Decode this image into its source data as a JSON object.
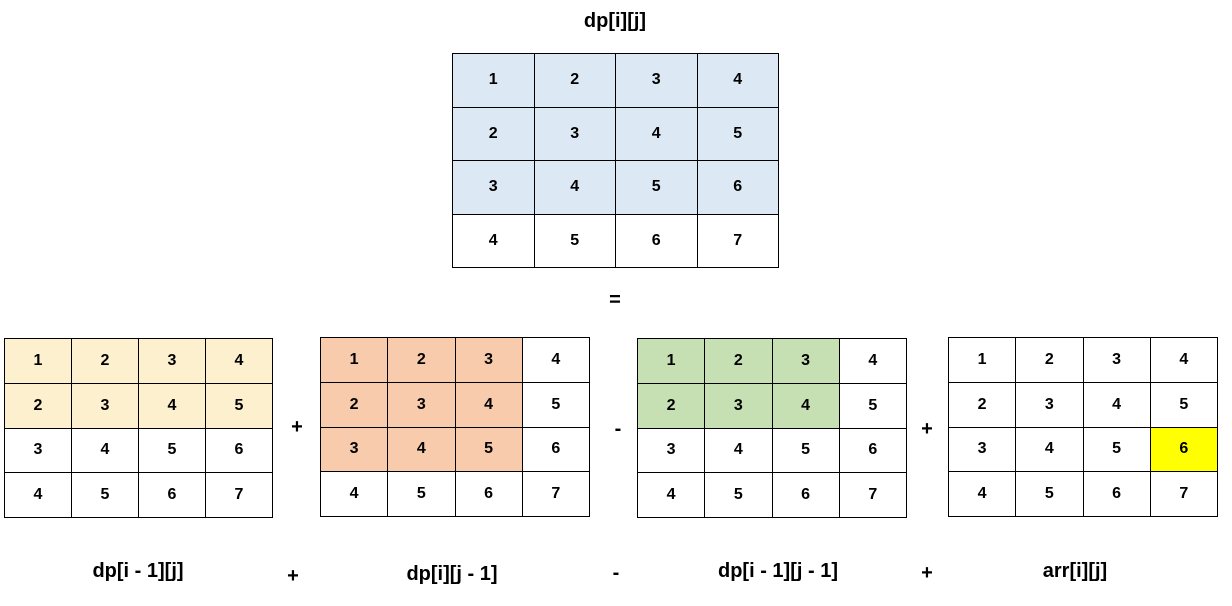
{
  "top": {
    "title": "dp[i][j]",
    "rows": [
      [
        "1",
        "2",
        "3",
        "4"
      ],
      [
        "2",
        "3",
        "4",
        "5"
      ],
      [
        "3",
        "4",
        "5",
        "6"
      ],
      [
        "4",
        "5",
        "6",
        "7"
      ]
    ]
  },
  "equals": "=",
  "operators": [
    "+",
    "-",
    "+"
  ],
  "bottom_operators": [
    "+",
    "-",
    "+"
  ],
  "grids": [
    {
      "label": "dp[i - 1][j]",
      "rows": [
        [
          "1",
          "2",
          "3",
          "4"
        ],
        [
          "2",
          "3",
          "4",
          "5"
        ],
        [
          "3",
          "4",
          "5",
          "6"
        ],
        [
          "4",
          "5",
          "6",
          "7"
        ]
      ]
    },
    {
      "label": "dp[i][j - 1]",
      "rows": [
        [
          "1",
          "2",
          "3",
          "4"
        ],
        [
          "2",
          "3",
          "4",
          "5"
        ],
        [
          "3",
          "4",
          "5",
          "6"
        ],
        [
          "4",
          "5",
          "6",
          "7"
        ]
      ]
    },
    {
      "label": "dp[i - 1][j - 1]",
      "rows": [
        [
          "1",
          "2",
          "3",
          "4"
        ],
        [
          "2",
          "3",
          "4",
          "5"
        ],
        [
          "3",
          "4",
          "5",
          "6"
        ],
        [
          "4",
          "5",
          "6",
          "7"
        ]
      ]
    },
    {
      "label": "arr[i][j]",
      "rows": [
        [
          "1",
          "2",
          "3",
          "4"
        ],
        [
          "2",
          "3",
          "4",
          "5"
        ],
        [
          "3",
          "4",
          "5",
          "6"
        ],
        [
          "4",
          "5",
          "6",
          "7"
        ]
      ]
    }
  ],
  "colors": {
    "top_highlight": "#dde8f5",
    "grid1_highlight": "#fdf0cf",
    "grid2_highlight": "#f7cbac",
    "grid3_highlight": "#c6e0b4",
    "grid4_highlight": "#ffff00"
  }
}
